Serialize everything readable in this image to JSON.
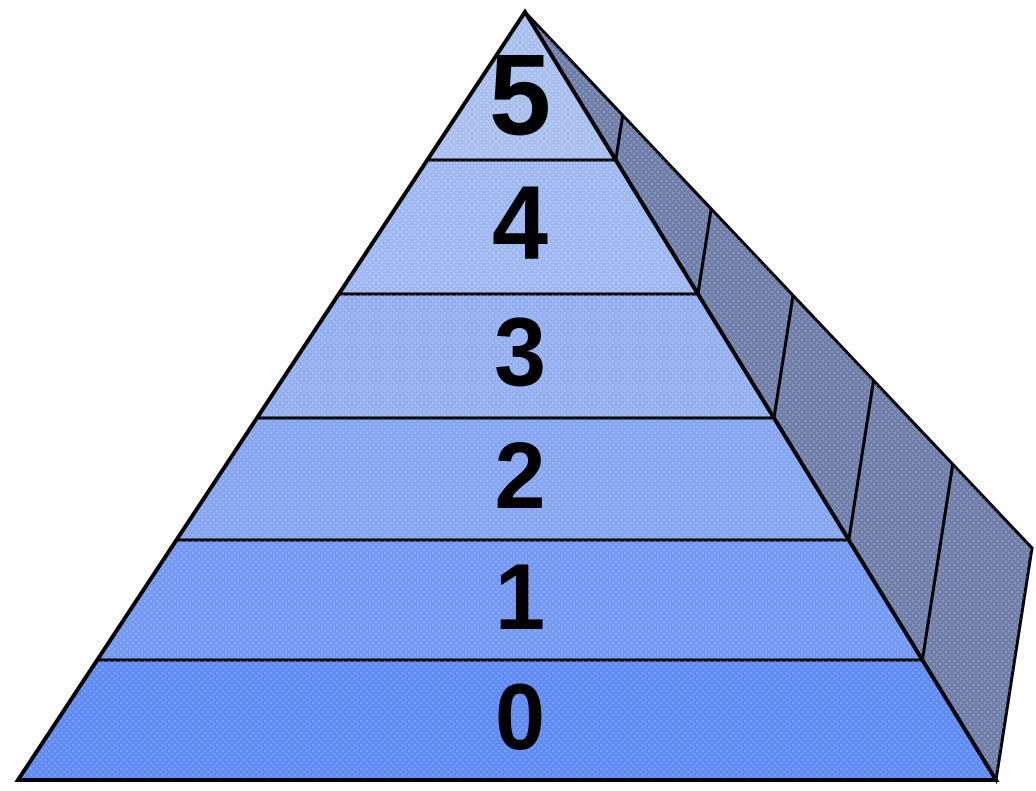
{
  "pyramid": {
    "levels": [
      {
        "label": "5",
        "color": "#a9c0ef"
      },
      {
        "label": "4",
        "color": "#a0b8f0"
      },
      {
        "label": "3",
        "color": "#95b0f0"
      },
      {
        "label": "2",
        "color": "#86a6f1"
      },
      {
        "label": "1",
        "color": "#7399f2"
      },
      {
        "label": "0",
        "color": "#5f8bf3"
      }
    ],
    "side_color": "#6f7fa9",
    "outline_color": "#000000"
  }
}
